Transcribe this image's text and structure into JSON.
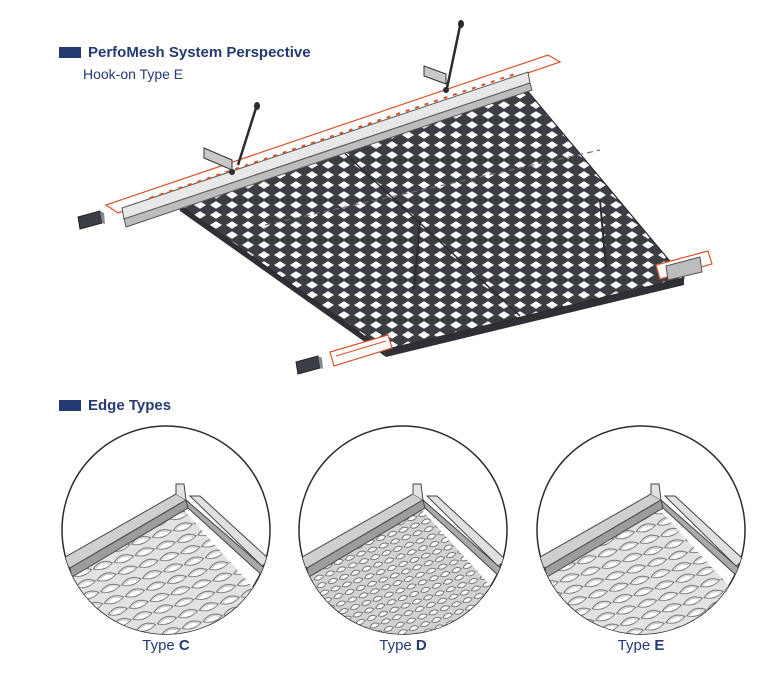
{
  "section1": {
    "title": "PerfoMesh System Perspective",
    "subtitle": "Hook-on Type E"
  },
  "section2": {
    "title": "Edge Types"
  },
  "edge_types": [
    {
      "prefix": "Type ",
      "letter": "C"
    },
    {
      "prefix": "Type ",
      "letter": "D"
    },
    {
      "prefix": "Type ",
      "letter": "E"
    }
  ],
  "colors": {
    "heading": "#253a73",
    "rail_outline": "#d9542b",
    "panel": "#3b3e45",
    "mesh_fill": "#dcdcdc"
  },
  "icons": [
    "suspension-rod-icon",
    "hanger-bracket-icon",
    "end-cap-icon"
  ]
}
